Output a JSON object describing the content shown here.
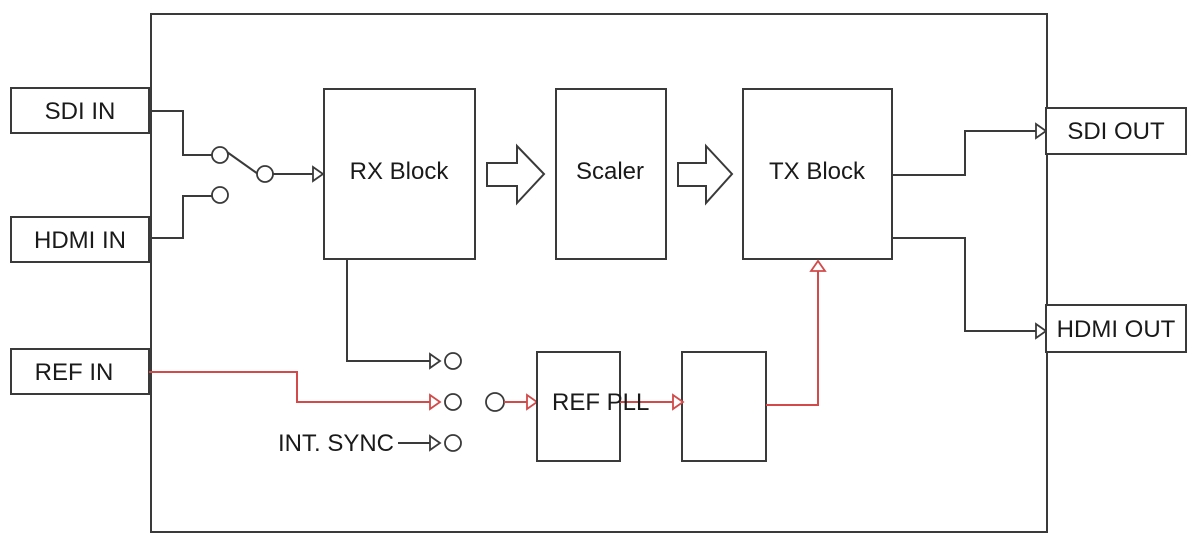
{
  "diagram": {
    "inputs": {
      "sdi_in": "SDI IN",
      "hdmi_in": "HDMI IN",
      "ref_in": "REF IN",
      "int_sync": "INT. SYNC"
    },
    "blocks": {
      "rx": "RX Block",
      "scaler": "Scaler",
      "tx": "TX Block",
      "ref_pll": "REF PLL"
    },
    "outputs": {
      "sdi_out": "SDI OUT",
      "hdmi_out": "HDMI OUT"
    },
    "colors": {
      "line": "#3a3a3a",
      "ref_path": "#d24a4a"
    }
  }
}
